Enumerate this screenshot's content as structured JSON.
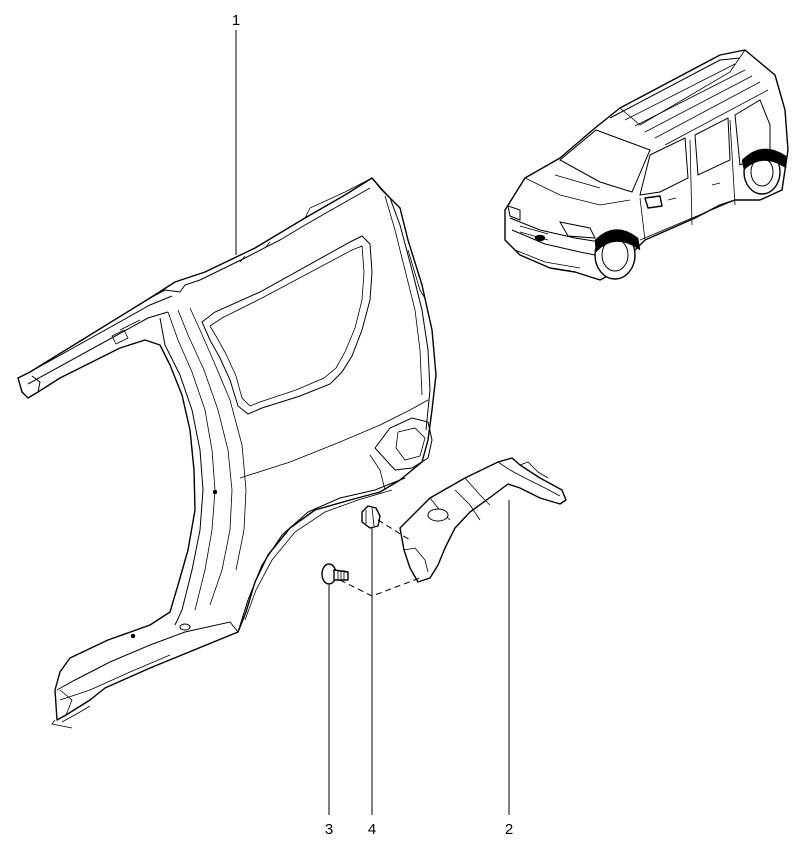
{
  "callouts": [
    {
      "id": "p1",
      "label": "1"
    },
    {
      "id": "p2",
      "label": "2"
    },
    {
      "id": "p3",
      "label": "3"
    },
    {
      "id": "p4",
      "label": "4"
    }
  ],
  "colors": {
    "line": "#000000",
    "background": "#ffffff"
  }
}
